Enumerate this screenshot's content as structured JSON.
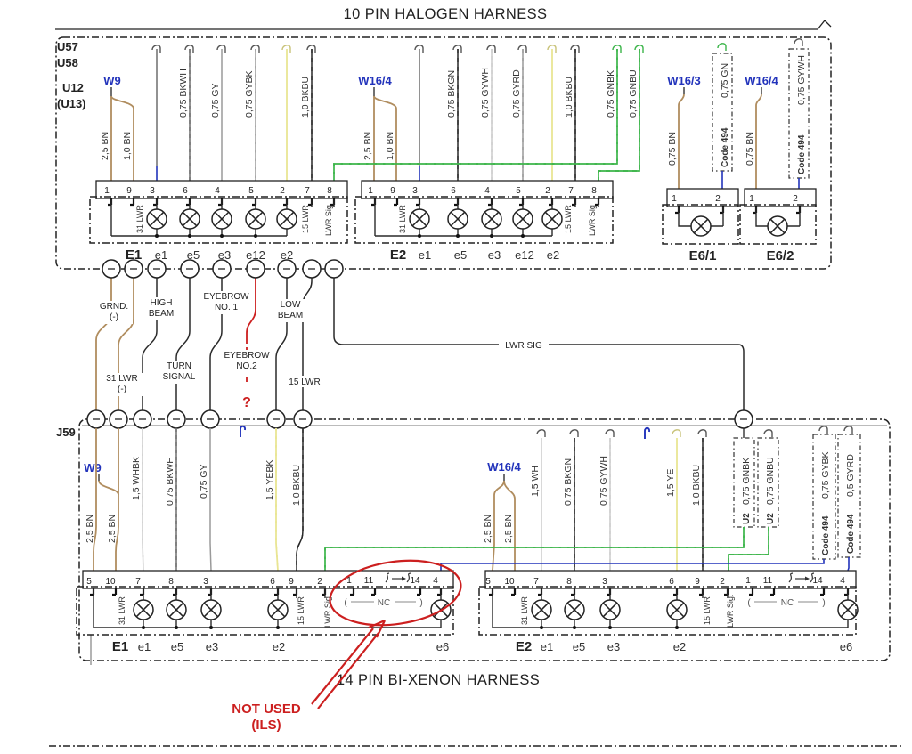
{
  "colors": {
    "accent_blue": "#2233bb",
    "wire_brown": "#b08d5f",
    "wire_green": "#3cb54a",
    "wire_blue": "#2233bb",
    "wire_yellow": "#e9e593",
    "annotation_red": "#cc1f1f"
  },
  "top_harness": {
    "title": "10 PIN HALOGEN HARNESS",
    "units": [
      "U57",
      "U58",
      "U12",
      "(U13)"
    ],
    "w9": "W9",
    "w16_4": "W16/4",
    "w16_3": "W16/3",
    "w16_4b": "W16/4",
    "e1_wires": [
      "2,5 BN",
      "1,0 BN",
      "0,75 BKWH",
      "0,75 GY",
      "0,75 GYBK",
      "1,0 BKBU"
    ],
    "e2_wires": [
      "2,5 BN",
      "1,0 BN",
      "0,75 BKGN",
      "0,75 GYWH",
      "0,75 GYRD",
      "1,0 BKBU",
      "0,75 GNBK",
      "0,75 GNBU"
    ],
    "e6_1_wires": [
      "0,75 BN",
      "0,75 GN"
    ],
    "e6_2_wires": [
      "0,75 BN",
      "0,75 GYWH"
    ],
    "code494": "Code 494",
    "e1": {
      "name": "E1",
      "pins": [
        "1",
        "9",
        "3",
        "6",
        "4",
        "5",
        "2",
        "7",
        "8"
      ],
      "gnd": "31 LWR",
      "p15": "15 LWR",
      "sig": "LWR Sig",
      "sub": [
        "e1",
        "e5",
        "e3",
        "e12",
        "e2"
      ]
    },
    "e2": {
      "name": "E2",
      "pins": [
        "1",
        "9",
        "3",
        "6",
        "4",
        "5",
        "2",
        "7",
        "8"
      ],
      "gnd": "31 LWR",
      "p15": "15 LWR",
      "sig": "LWR Sig",
      "sub": [
        "e1",
        "e5",
        "e3",
        "e12",
        "e2"
      ]
    },
    "e6_1": {
      "name": "E6/1",
      "pins": [
        "1",
        "2"
      ]
    },
    "e6_2": {
      "name": "E6/2",
      "pins": [
        "1",
        "2"
      ]
    }
  },
  "interface": {
    "j59": "J59",
    "grnd": [
      "GRND.",
      "(-)"
    ],
    "lwr31": [
      "31 LWR",
      "(-)"
    ],
    "high_beam": [
      "HIGH",
      "BEAM"
    ],
    "turn_signal": [
      "TURN",
      "SIGNAL"
    ],
    "eyebrow1": [
      "EYEBROW",
      "NO. 1"
    ],
    "eyebrow2": [
      "EYEBROW",
      "NO.2"
    ],
    "low_beam": [
      "LOW",
      "BEAM"
    ],
    "lwr15": "15 LWR",
    "lwr_sig": "LWR SIG",
    "question": "?"
  },
  "bottom_harness": {
    "title": "14 PIN BI-XENON HARNESS",
    "w9": "W9",
    "w16_4": "W16/4",
    "u2": "U2",
    "code494": "Code 494",
    "e1_wires": [
      "2,5 BN",
      "2,5 BN",
      "1,5 WHBK",
      "0,75 BKWH",
      "0,75 GY",
      "1,5 YEBK",
      "1,0 BKBU"
    ],
    "e2_wires": [
      "2,5 BN",
      "2,5 BN",
      "1,5 WH",
      "0,75 BKGN",
      "0,75 GYWH",
      "1,5 YE",
      "1,0 BKBU"
    ],
    "u2_wires": [
      "0,75 GNBK",
      "0,75 GNBU"
    ],
    "code494_wires": [
      "0,75 GYBK",
      "0,5 GYRD"
    ],
    "nc": "NC",
    "lparen": "(",
    "rparen": ")",
    "e1": {
      "name": "E1",
      "pins": [
        "5",
        "10",
        "7",
        "8",
        "3",
        "6",
        "9",
        "2"
      ],
      "nc_pins": [
        "1",
        "11",
        "14",
        "4"
      ],
      "gnd": "31 LWR",
      "p15": "15 LWR",
      "sig": "LWR Sig.",
      "sub": [
        "e1",
        "e5",
        "e3",
        "e2",
        "e6"
      ]
    },
    "e2": {
      "name": "E2",
      "pins": [
        "5",
        "10",
        "7",
        "8",
        "3",
        "6",
        "9",
        "2"
      ],
      "nc_pins": [
        "1",
        "11",
        "14",
        "4"
      ],
      "gnd": "31 LWR",
      "p15": "15 LWR",
      "sig": "LWR Sig.",
      "sub": [
        "e1",
        "e5",
        "e3",
        "e2",
        "e6"
      ]
    },
    "annotation": [
      "NOT USED",
      "(ILS)"
    ]
  }
}
